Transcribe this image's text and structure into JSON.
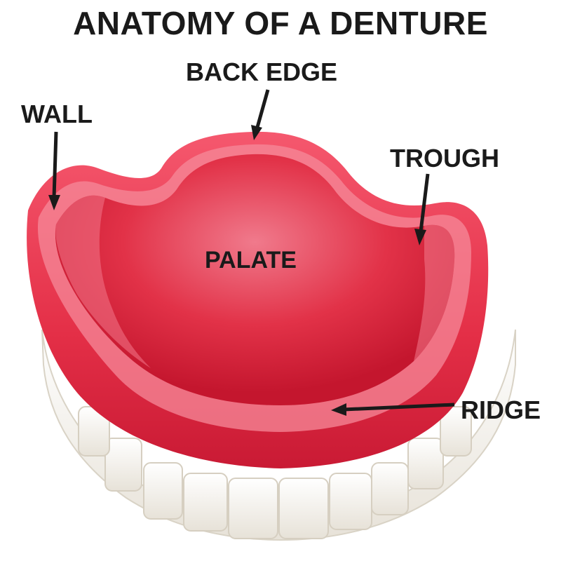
{
  "title": "ANATOMY OF A DENTURE",
  "labels": {
    "back_edge": "BACK EDGE",
    "wall": "WALL",
    "trough": "TROUGH",
    "palate": "PALATE",
    "ridge": "RIDGE"
  },
  "colors": {
    "gum": "#e8324a",
    "gum_light": "#f26a80",
    "gum_dark": "#c21a33",
    "teeth": "#f4f1ea",
    "arrow": "#1a1a1a"
  }
}
